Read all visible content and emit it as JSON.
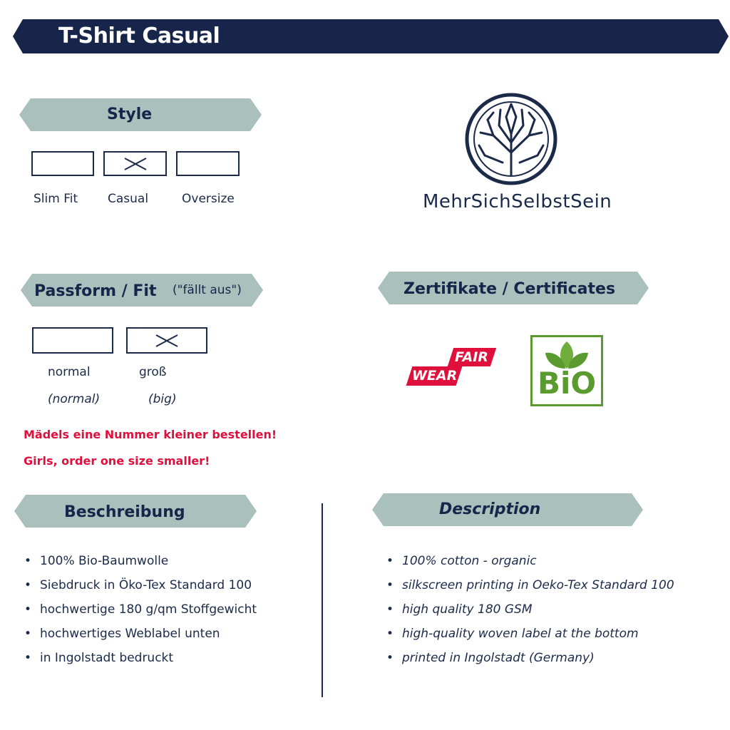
{
  "header": {
    "title": "T-Shirt Casual"
  },
  "style": {
    "heading": "Style",
    "options": [
      {
        "label": "Slim Fit",
        "checked": false
      },
      {
        "label": "Casual",
        "checked": true
      },
      {
        "label": "Oversize",
        "checked": false
      }
    ]
  },
  "logo": {
    "brand": "MehrSichSelbstSein"
  },
  "fit": {
    "heading": "Passform / Fit",
    "note": "(\"fällt aus\")",
    "options": [
      {
        "label": "normal",
        "translation": "(normal)",
        "checked": false
      },
      {
        "label": "groß",
        "translation": "(big)",
        "checked": true
      }
    ],
    "warning_de": "Mädels eine Nummer kleiner bestellen!",
    "warning_en": "Girls, order one size smaller!"
  },
  "certificates": {
    "heading": "Zertifikate / Certificates",
    "fair_wear": {
      "line1": "FAIR",
      "line2": "WEAR"
    },
    "bio": {
      "text": "BiO"
    }
  },
  "beschreibung": {
    "heading": "Beschreibung",
    "items": [
      "100% Bio-Baumwolle",
      "Siebdruck in Öko-Tex Standard 100",
      "hochwertige 180 g/qm Stoffgewicht",
      "hochwertiges Weblabel unten",
      "in Ingolstadt bedruckt"
    ]
  },
  "description": {
    "heading": "Description",
    "items": [
      "100% cotton - organic",
      "silkscreen printing in Oeko-Tex Standard 100",
      "high quality 180 GSM",
      "high-quality woven label at the bottom",
      "printed in Ingolstadt (Germany)"
    ]
  },
  "colors": {
    "navy": "#17254a",
    "sage": "#a9c0bc",
    "red": "#e0103c",
    "green": "#5a9a2e"
  }
}
